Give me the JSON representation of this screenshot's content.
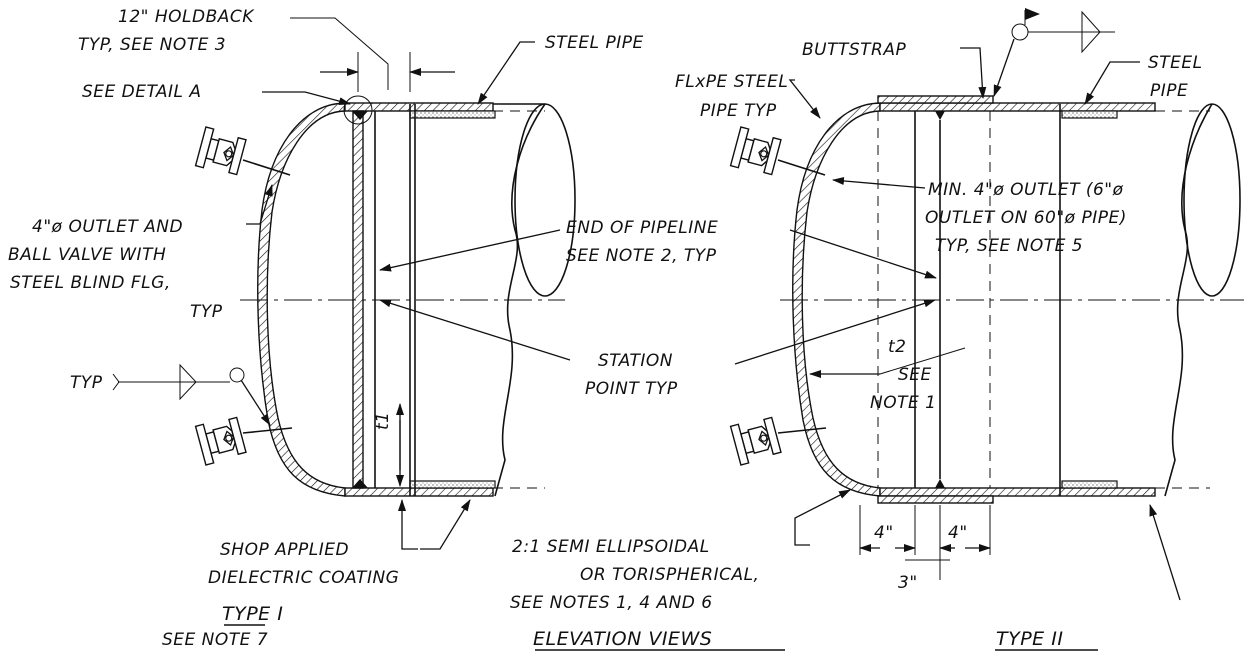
{
  "labels": {
    "holdback_1": "12\" HOLDBACK",
    "holdback_2": "TYP, SEE NOTE 3",
    "steel_pipe_left": "STEEL PIPE",
    "see_detail_a": "SEE DETAIL A",
    "outlet_1": "4\"ø OUTLET AND",
    "outlet_2": "BALL VALVE WITH",
    "outlet_3": "STEEL BLIND FLG,",
    "outlet_4": "TYP",
    "typ_weld": "TYP",
    "t1": "t1",
    "shop_1": "SHOP APPLIED",
    "shop_2": "DIELECTRIC COATING",
    "type1": "TYPE I",
    "note7": "SEE NOTE 7",
    "end_pipeline_1": "END OF PIPELINE",
    "end_pipeline_2": "SEE NOTE 2, TYP",
    "station_1": "STATION",
    "station_2": "POINT TYP",
    "semi_1": "2:1 SEMI ELLIPSOIDAL",
    "semi_2": "OR TORISPHERICAL,",
    "semi_3": "SEE NOTES 1, 4 AND 6",
    "elevation": "ELEVATION VIEWS",
    "buttstrap": "BUTTSTRAP",
    "flxpe_1": "FLxPE STEEL",
    "flxpe_2": "PIPE TYP",
    "steel_pipe_right_1": "STEEL",
    "steel_pipe_right_2": "PIPE",
    "min_outlet_1": "MIN. 4\"ø OUTLET (6\"ø",
    "min_outlet_2": "OUTLET ON 60\"ø PIPE)",
    "min_outlet_3": "TYP, SEE NOTE 5",
    "t2": "t2",
    "see": "SEE",
    "note1": "NOTE 1",
    "dim_4a": "4\"",
    "dim_4b": "4\"",
    "dim_3": "3\"",
    "type2": "TYPE II"
  }
}
